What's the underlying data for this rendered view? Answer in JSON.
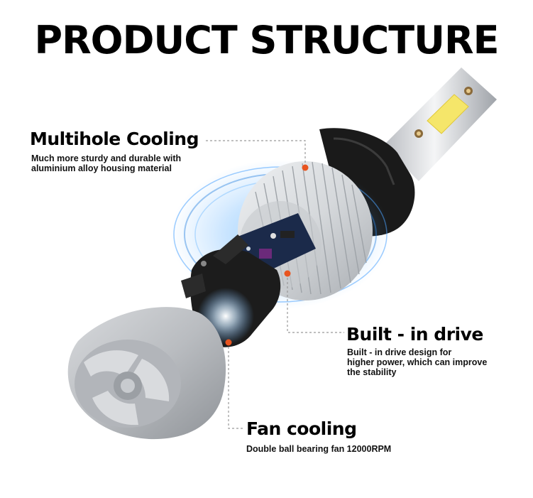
{
  "page_title": "PRODUCT STRUCTURE",
  "features": {
    "multihole": {
      "title": "Multihole Cooling",
      "description_lines": [
        "Much more sturdy and durable with",
        "aluminium alloy housing material"
      ]
    },
    "builtin": {
      "title": "Built - in drive",
      "description_lines": [
        "Built - in drive design for",
        "higher power, which can improve",
        "the stability"
      ]
    },
    "fan": {
      "title": "Fan cooling",
      "description_lines": [
        "Double ball bearing fan 12000RPM"
      ]
    }
  },
  "colors": {
    "marker": "#e8541f",
    "leader_line": "#999999",
    "housing_silver": "#c9cbce",
    "led_chip": "#f5e66a",
    "glow_blue": "#3a8fe0"
  }
}
